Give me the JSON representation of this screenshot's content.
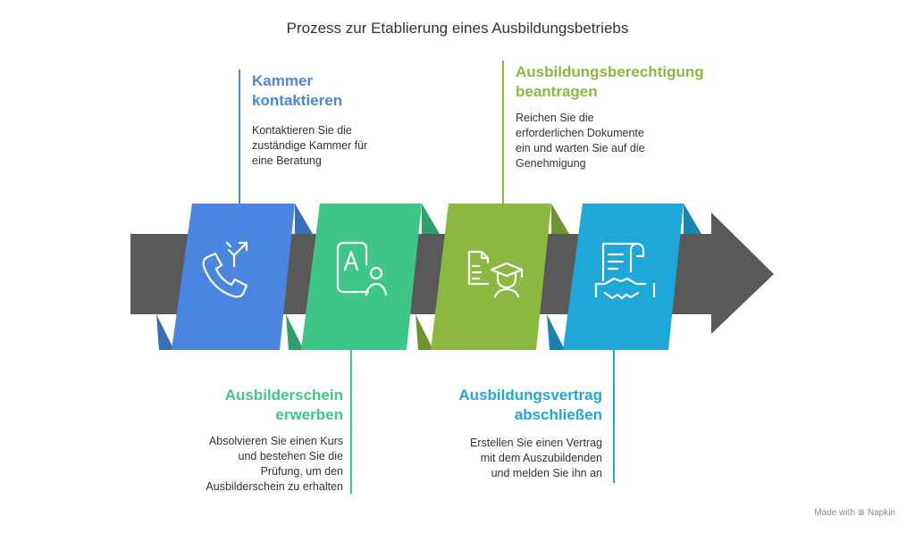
{
  "title": "Prozess zur Etablierung eines Ausbildungsbetriebs",
  "colors": {
    "arrow": "#595959",
    "blue": "#4a86e0",
    "green": "#3ec688",
    "lime": "#8ab840",
    "cyan": "#1fa7d8"
  },
  "steps": [
    {
      "title_line1": "Kammer",
      "title_line2": "kontaktieren",
      "desc_lines": [
        "Kontaktieren Sie die",
        "zuständige Kammer für",
        "eine Beratung"
      ],
      "icon": "phone-call-icon",
      "color": "#4a86e0"
    },
    {
      "title_line1": "Ausbilderschein",
      "title_line2": "erwerben",
      "desc_lines": [
        "Absolvieren Sie einen Kurs",
        "und bestehen Sie die",
        "Prüfung, um den",
        "Ausbilderschein zu erhalten"
      ],
      "icon": "certificate-person-icon",
      "color": "#3ec688"
    },
    {
      "title_line1": "Ausbildungsberechtigung",
      "title_line2": "beantragen",
      "desc_lines": [
        "Reichen Sie die",
        "erforderlichen Dokumente",
        "ein und warten Sie auf die",
        "Genehmigung"
      ],
      "icon": "document-graduate-icon",
      "color": "#8ab840"
    },
    {
      "title_line1": "Ausbildungsvertrag",
      "title_line2": "abschließen",
      "desc_lines": [
        "Erstellen Sie einen Vertrag",
        "mit dem Auszubildenden",
        "und melden Sie ihn an"
      ],
      "icon": "contract-handshake-icon",
      "color": "#1fa7d8"
    }
  ],
  "footer": {
    "prefix": "Made with",
    "brand": "Napkin"
  }
}
